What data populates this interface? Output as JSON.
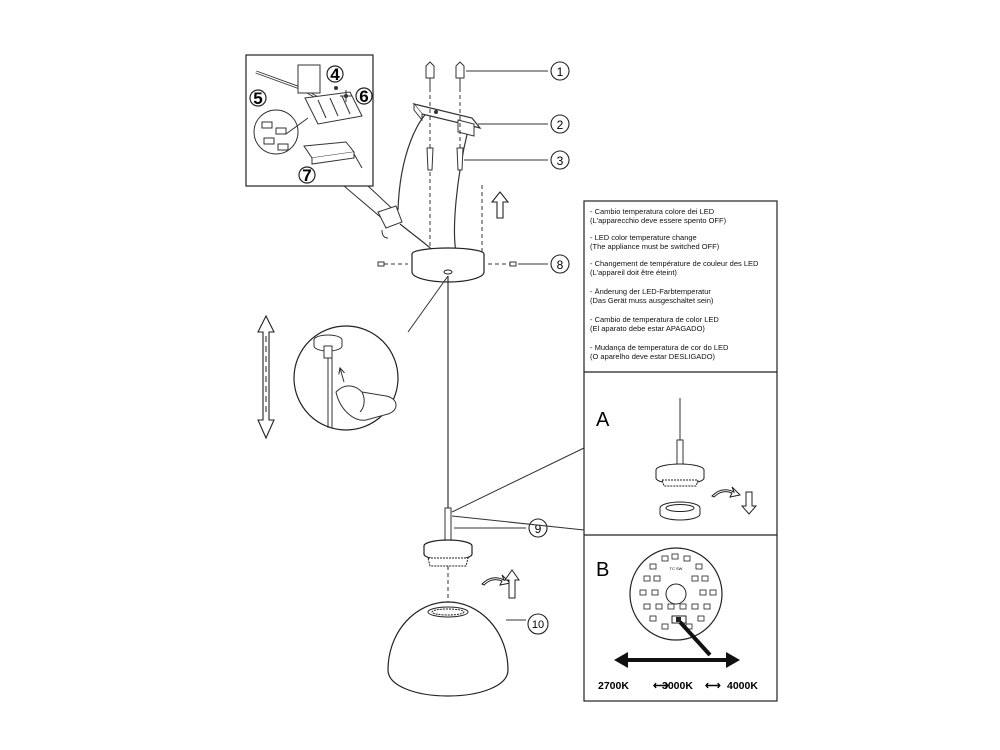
{
  "callouts": [
    "1",
    "2",
    "3",
    "4",
    "5",
    "6",
    "7",
    "8",
    "9",
    "10"
  ],
  "instructions": [
    {
      "line1": "- Cambio temperatura colore dei LED",
      "line2": "(L'apparecchio deve essere spento OFF)"
    },
    {
      "line1": "- LED color temperature change",
      "line2": "(The appliance must be switched OFF)"
    },
    {
      "line1": "- Changement de température de couleur des LED",
      "line2": "(L'appareil doit être éteint)"
    },
    {
      "line1": "- Änderung der LED-Farbtemperatur",
      "line2": "(Das Gerät muss ausgeschaltet sein)"
    },
    {
      "line1": "- Cambio de temperatura de color LED",
      "line2": "(El aparato debe estar APAGADO)"
    },
    {
      "line1": "- Mudança de temperatura de cor do LED",
      "line2": "(O aparelho deve estar DESLIGADO)"
    }
  ],
  "section_a_label": "A",
  "section_b_label": "B",
  "temperatures": {
    "t1": "2700K",
    "t2": "3000K",
    "t3": "4000K"
  },
  "pcb_marking": "TC SW"
}
